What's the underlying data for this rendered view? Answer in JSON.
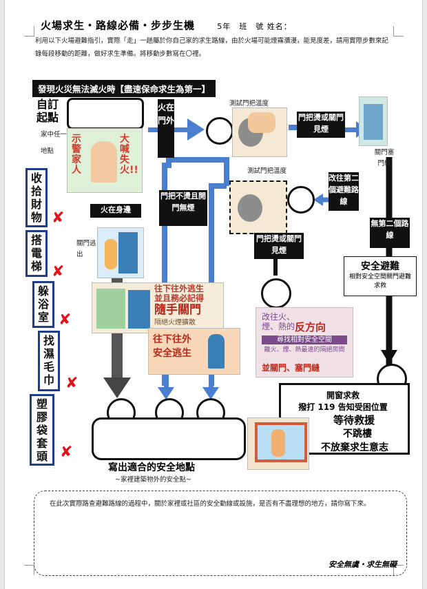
{
  "header": {
    "title": "火場求生・路線必備・步步生機",
    "grade_line": "5年　班　號 姓名："
  },
  "intro": "利用以下火場避難指引，實際「走」一趟屬於你自己家的求生路線，由於火場可能煙霧瀰漫，能見度差，請用實際步數來記錄每段移動的距離，做好求生準備。將移動步數寫在〇裡。",
  "banner": "發現火災無法滅火時【盡速保命求生為第一】",
  "start": {
    "title": "自訂起點",
    "sub": "家中任一地點"
  },
  "fire_out_door": "火在門外",
  "test_door_temp_1": "測試門把溫度",
  "hot_door": "門把燙或關門見煙",
  "door_crack": "關門塞門縫",
  "alt_route": "改往第二個避難路線",
  "test_door_temp_2": "測試門把溫度",
  "door_not_hot": "門把不燙且開門無煙",
  "fire_near": "火在身邊",
  "close_door_escape": "關門逃出",
  "door_hot_smoke_2": "門把燙或關門見煙",
  "no_second_route": "無第二個路線",
  "safe_refuge": {
    "title": "安全避難",
    "sub": "相對安全空間關門避難求救"
  },
  "poster_alert": {
    "left": "示警家人",
    "right": "大喊失火!!"
  },
  "poster_close_door": {
    "line1": "往下往外逃生",
    "line2": "並且務必記得",
    "line3": "隨手關門",
    "line4": "隔絕火煙擴散"
  },
  "poster_escape": {
    "line1": "往下往外",
    "line2": "安全逃生"
  },
  "poster_reverse": {
    "line1": "改往火、",
    "line2": "煙、熱的",
    "line3": "反方向",
    "line4": "尋找相對安全空間",
    "line5": "離火、煙、熱最遠的隔絕房間",
    "line6": "並關門、塞門縫"
  },
  "rescue": {
    "line1": "開窗求救",
    "line2": "撥打 119 告知受困位置",
    "line3": "等待救援",
    "line4": "不跳樓",
    "line5": "不放棄求生意志"
  },
  "dont_list": [
    "收拾財物",
    "搭電梯",
    "躲浴室",
    "找濕毛巾",
    "塑膠袋套頭"
  ],
  "safe_place": {
    "title": "寫出適合的安全地點",
    "sub": "~家裡建築物外的安全點~"
  },
  "reflection": "在此次實際路查避難路線的過程中，關於家裡或社區的安全動線或設施，是否有不盡理想的地方，請你寫下來。",
  "footer": "安全無虞・求生無礙",
  "colors": {
    "blue_arrow": "#4a7fd0",
    "black_arrow": "#111111",
    "side_border": "#1f3d8a",
    "x_red": "#e0141b"
  }
}
